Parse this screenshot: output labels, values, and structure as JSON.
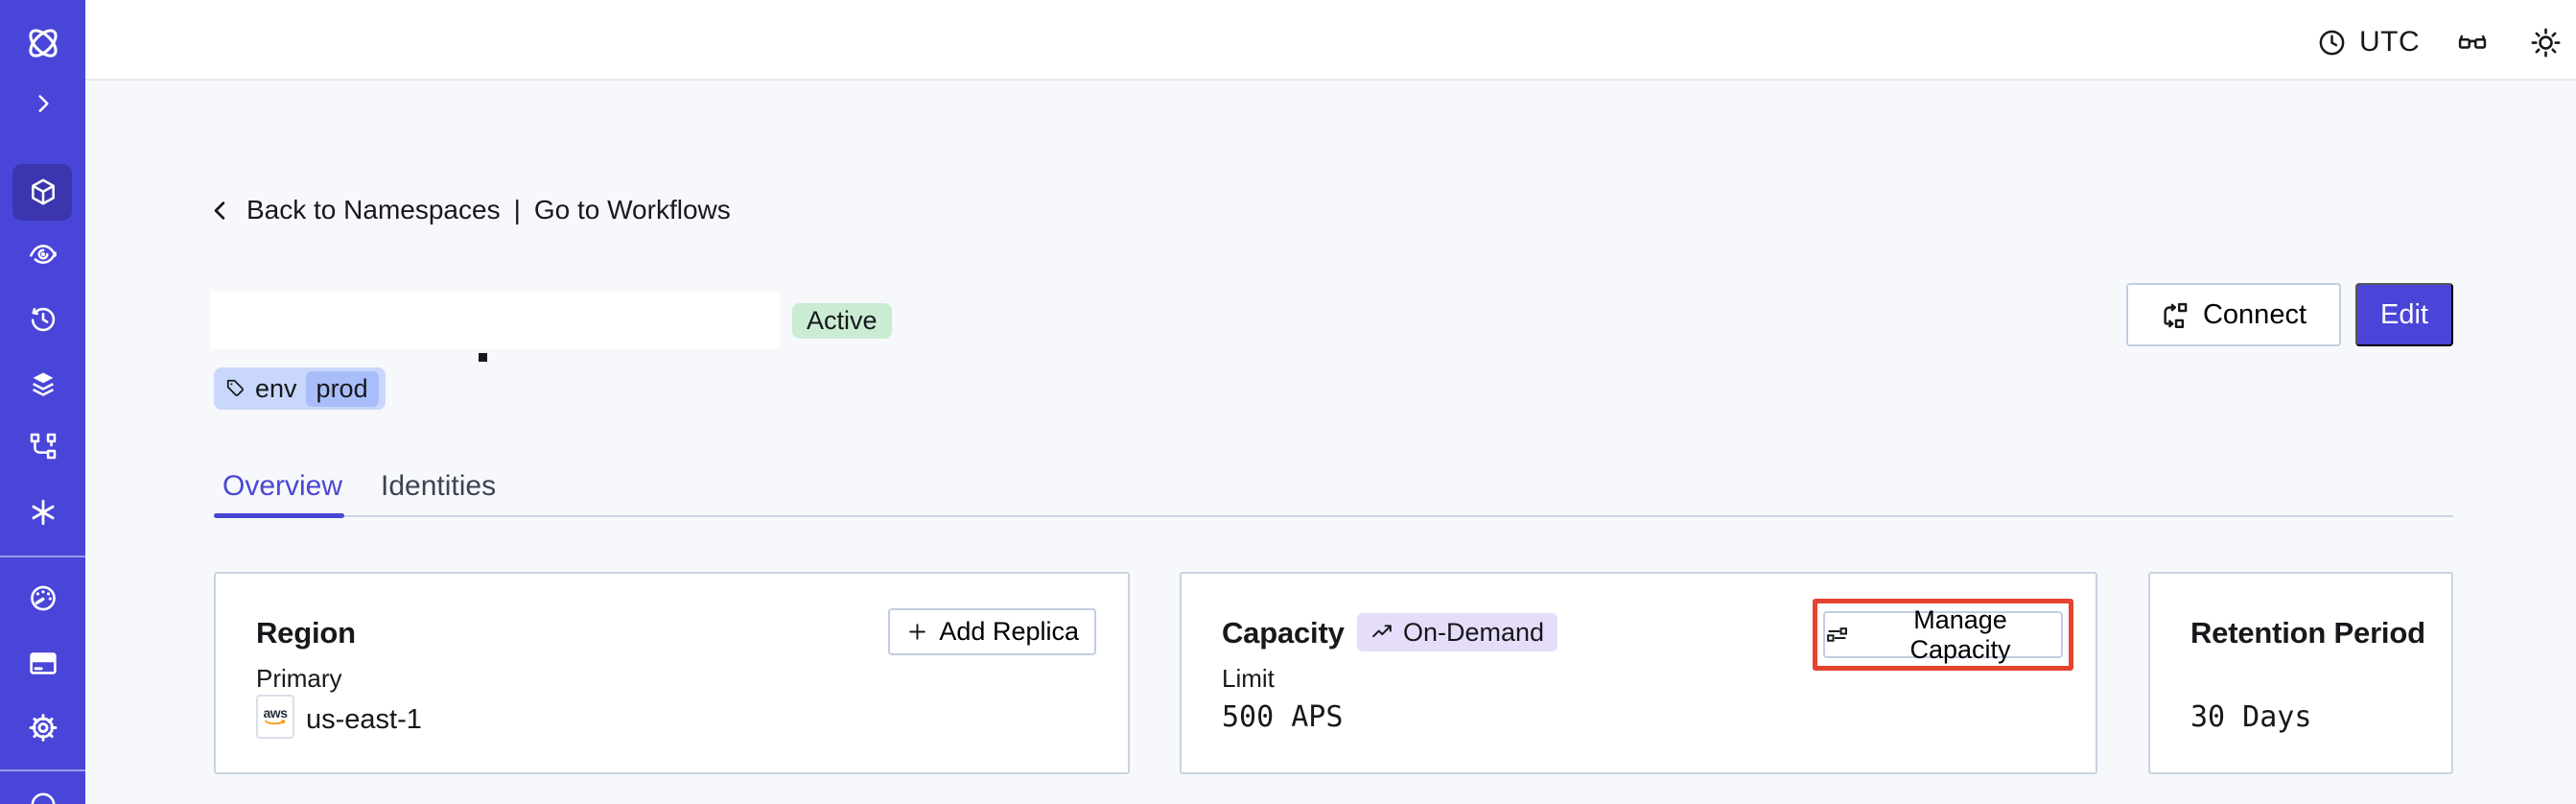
{
  "topbar": {
    "timezone": "UTC"
  },
  "breadcrumb": {
    "back_label": "Back to Namespaces",
    "divider": "|",
    "forward_label": "Go to Workflows"
  },
  "namespace": {
    "status": "Active",
    "tag_key": "env",
    "tag_value": "prod"
  },
  "actions": {
    "connect": "Connect",
    "edit": "Edit"
  },
  "tabs": {
    "overview": "Overview",
    "identities": "Identities"
  },
  "cards": {
    "region": {
      "title": "Region",
      "action_label": "Add Replica",
      "field_label": "Primary",
      "provider": "aws",
      "value": "us-east-1"
    },
    "capacity": {
      "title": "Capacity",
      "badge": "On-Demand",
      "action_label": "Manage Capacity",
      "field_label": "Limit",
      "value": "500 APS"
    },
    "retention": {
      "title": "Retention Period",
      "value": "30 Days"
    }
  },
  "icons": {
    "sidebar": [
      "temporal-logo",
      "chevron-right",
      "cube-namespaces",
      "eye-workflows",
      "clock-schedules",
      "layers",
      "pipeline",
      "asterisk",
      "gauge-usage",
      "credit-card-billing",
      "gear-settings",
      "circle-account-partial"
    ],
    "topbar": [
      "clock",
      "glasses",
      "sun",
      "avatar"
    ],
    "buttons": [
      "connect-arrows",
      "plus",
      "trending-up",
      "sliders",
      "tag"
    ]
  },
  "colors": {
    "sidebar_bg": "#4a45d9",
    "sidebar_active_tile": "#3b36ae",
    "accent_indigo": "#4a44d9",
    "status_green_bg": "#c9ecd3",
    "tag_blue_bg": "#c9d7fc",
    "tag_chip_bg": "#a9bdf8",
    "ondemand_purple_bg": "#e6ddfa",
    "annotation_red": "#e5432e",
    "page_bg": "#f7f8fb",
    "aws_orange": "#f79400"
  }
}
